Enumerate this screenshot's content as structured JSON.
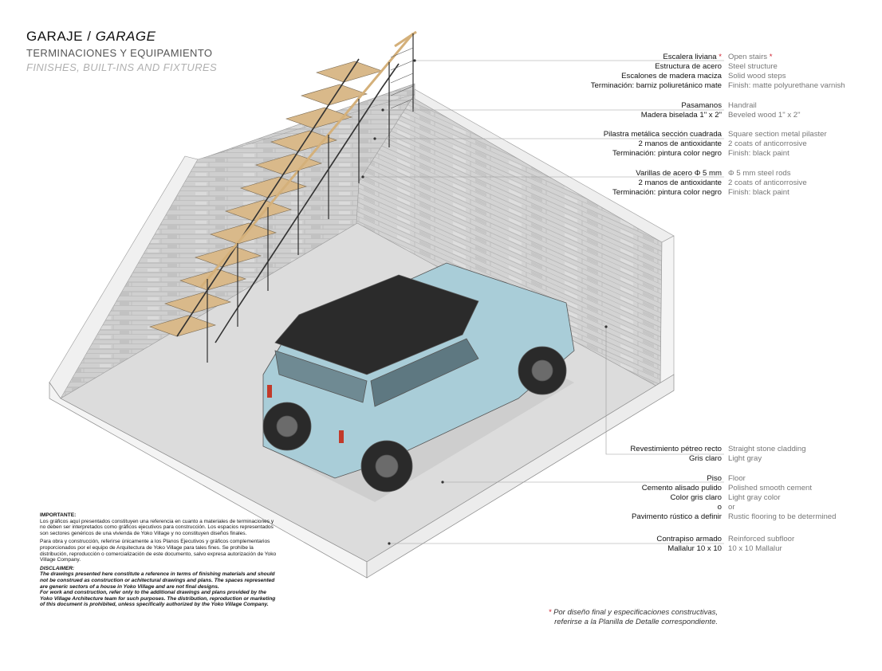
{
  "header": {
    "title_es": "GARAJE /",
    "title_en": "GARAGE",
    "subtitle_es": "TERMINACIONES Y EQUIPAMIENTO",
    "subtitle_en": "FINISHES, BUILT-INS AND FIXTURES"
  },
  "callouts": [
    {
      "es": [
        "Escalera liviana",
        "Estructura de acero",
        "Escalones de madera maciza",
        "Terminación: barniz poliuretánico mate"
      ],
      "en": [
        "Open stairs",
        "Steel structure",
        "Solid wood steps",
        "Finish: matte polyurethane varnish"
      ],
      "star": "*"
    },
    {
      "es": [
        "Pasamanos",
        "Madera biselada 1\" x 2\""
      ],
      "en": [
        "Handrail",
        "Beveled wood 1\" x 2\""
      ]
    },
    {
      "es": [
        "Pilastra metálica sección cuadrada",
        "2 manos de antioxidante",
        "Terminación: pintura color negro"
      ],
      "en": [
        "Square section metal pilaster",
        "2 coats of anticorrosive",
        "Finish: black paint"
      ]
    },
    {
      "es": [
        "Varillas de acero Φ 5 mm",
        "2 manos de antioxidante",
        "Terminación: pintura color negro"
      ],
      "en": [
        "Φ 5 mm steel rods",
        "2 coats of anticorrosive",
        "Finish: black paint"
      ]
    },
    {
      "es": [
        "Revestimiento pétreo recto",
        "Gris claro"
      ],
      "en": [
        "Straight stone cladding",
        "Light gray"
      ]
    },
    {
      "es": [
        "Piso",
        "Cemento alisado pulido",
        "Color gris claro",
        "o",
        "Pavimento rústico a definir"
      ],
      "en": [
        "Floor",
        "Polished smooth cement",
        "Light gray color",
        "or",
        "Rustic flooring to be determined"
      ]
    },
    {
      "es": [
        "Contrapiso armado",
        "Mallalur 10 x 10"
      ],
      "en": [
        "Reinforced subfloor",
        "10 x 10 Mallalur"
      ]
    }
  ],
  "notes": {
    "important_title": "IMPORTANTE:",
    "important_1": "Los gráficos aquí presentados constituyen una referencia en cuanto a materiales de terminaciones y no deben ser interpretados como gráficos ejecutivos para construcción. Los espacios representados son sectores genéricos de una vivienda de Yoko Village y no constituyen diseños finales.",
    "important_2": "Para obra y construcción, referirse únicamente a los Planos Ejecutivos y gráficos complementarios proporcionados por el equipo de Arquitectura de Yoko Village para tales fines. Se prohíbe la distribución, reproducción o comercialización de este documento, salvo expresa autorización de Yoko Village Company.",
    "disclaimer_title": "DISCLAIMER:",
    "disclaimer_1": "The drawings presented here constitute a reference in terms of finishing materials and should not be construed as construction or achitectural drawings and plans. The spaces represented are generic sectors of a house in Yoko Village and are not final designs.",
    "disclaimer_2": "For work and construction, refer only to the additional drawings and plans provided by the Yoko Village Architecture team for such purposes. The distribution, reproduction or marketing of this document is prohibited, unless specifically authorized by the Yoko Village Company."
  },
  "footnote": {
    "star": "*",
    "line1": "Por diseño final y especificaciones constructivas,",
    "line2": "referirse a la Planilla de Detalle correspondiente."
  },
  "colors": {
    "wall": "#c9c9c9",
    "floor": "#dcdcdc",
    "slab_edge": "#f4f4f4",
    "wood": "#d9b98a",
    "car_body": "#a9cdd8",
    "car_roof": "#2b2b2b",
    "accent_star": "#d0202f"
  }
}
